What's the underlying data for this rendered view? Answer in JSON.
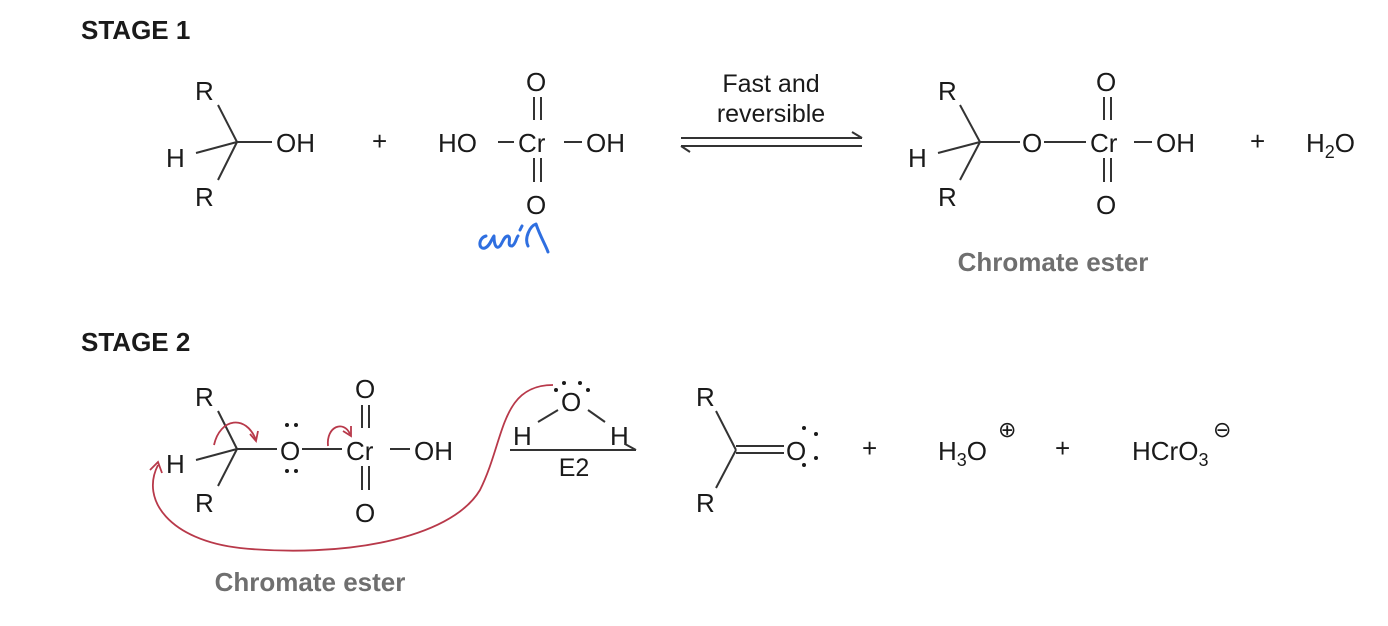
{
  "stage1": {
    "title": "STAGE 1",
    "alcohol": {
      "r_top": "R",
      "h": "H",
      "r_bottom": "R",
      "oh": "OH"
    },
    "plus1": "+",
    "chromic_acid": {
      "o_top": "O",
      "ho": "HO",
      "cr": "Cr",
      "oh": "OH",
      "o_bottom": "O"
    },
    "arrow_label_line1": "Fast and",
    "arrow_label_line2": "reversible",
    "ester": {
      "r_top": "R",
      "h": "H",
      "r_bottom": "R",
      "o": "O",
      "cr": "Cr",
      "oh": "OH",
      "o_top": "O",
      "o_bottom": "O"
    },
    "plus2": "+",
    "water": {
      "h": "H",
      "sub": "2",
      "o": "O"
    },
    "caption": "Chromate ester",
    "handwritten_note": "acid"
  },
  "stage2": {
    "title": "STAGE 2",
    "ester": {
      "r_top": "R",
      "h": "H",
      "r_bottom": "R",
      "o": "O",
      "cr": "Cr",
      "oh": "OH",
      "o_top": "O",
      "o_bottom": "O"
    },
    "water_reagent": {
      "o": "O",
      "h_left": "H",
      "h_right": "H"
    },
    "arrow_label": "E2",
    "ketone": {
      "r_top": "R",
      "r_bottom": "R",
      "o": "O"
    },
    "plus1": "+",
    "hydronium": {
      "h": "H",
      "sub": "3",
      "o": "O",
      "charge": "⊕"
    },
    "plus2": "+",
    "chromite": {
      "text": "HCrO",
      "sub": "3",
      "charge": "⊖"
    },
    "caption": "Chromate ester"
  },
  "colors": {
    "mechanism_arrow": "#b8394a",
    "handwriting": "#2f6fe0",
    "caption": "#6f6f6f"
  }
}
